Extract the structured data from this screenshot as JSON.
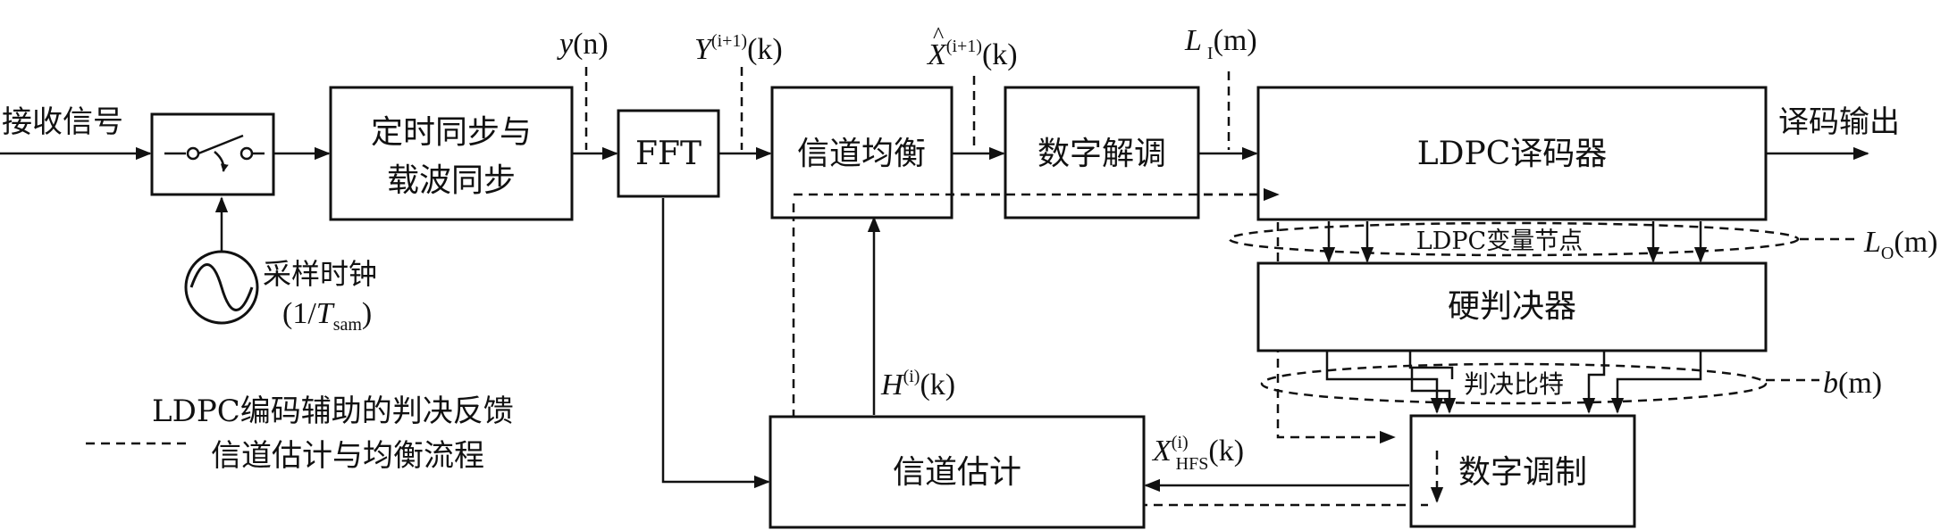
{
  "blocks": {
    "input": "接收信号",
    "timing_l1": "定时同步与",
    "timing_l2": "载波同步",
    "fft": "FFT",
    "equalizer": "信道均衡",
    "demod": "数字解调",
    "decoder": "LDPC译码器",
    "output": "译码输出",
    "var_nodes": "LDPC变量节点",
    "hard_decision": "硬判决器",
    "decision_bits": "判决比特",
    "estimator": "信道估计",
    "modulator": "数字调制",
    "clock_l1": "采样时钟",
    "clock_l2_pre": "(1/",
    "clock_l2_T": "T",
    "clock_l2_sub": "sam",
    "clock_l2_post": ")"
  },
  "signals": {
    "yn_var": "y",
    "yn_arg": "(n)",
    "Y_var": "Y",
    "Y_sup": "(i+1)",
    "Y_arg": "(k)",
    "Xhat_var": "X",
    "Xhat_hat": "^",
    "Xhat_sup": "(i+1)",
    "Xhat_arg": "(k)",
    "LI_var": "L",
    "LI_sub": "I",
    "LI_arg": "(m)",
    "LO_var": "L",
    "LO_sub": "O",
    "LO_arg": "(m)",
    "bm_var": "b",
    "bm_arg": "(m)",
    "H_var": "H",
    "H_sup": "(i)",
    "H_arg": "(k)",
    "X_var": "X",
    "X_sup": "(i)",
    "X_sub": "HFS",
    "X_arg": "(k)"
  },
  "legend": {
    "line1": "LDPC编码辅助的判决反馈",
    "line2": "信道估计与均衡流程"
  }
}
